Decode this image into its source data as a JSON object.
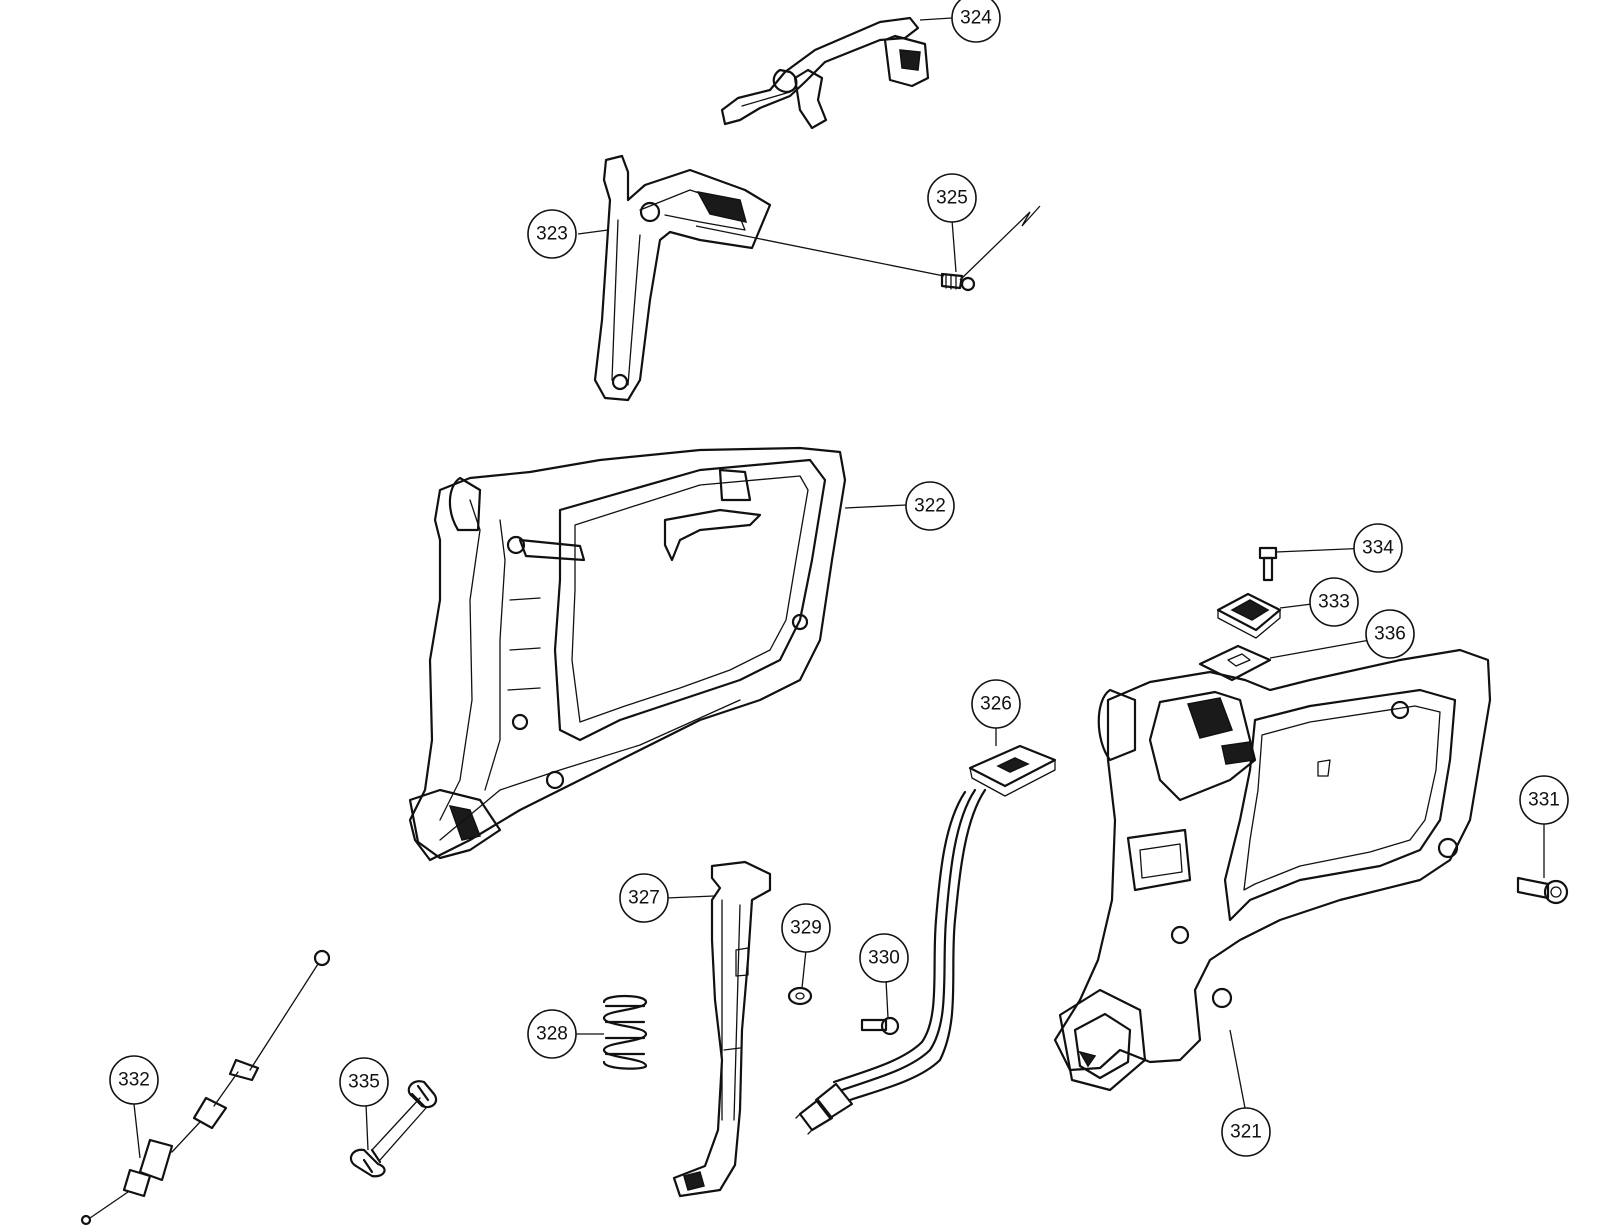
{
  "diagram": {
    "callouts": [
      {
        "id": "c324",
        "label": "324"
      },
      {
        "id": "c323",
        "label": "323"
      },
      {
        "id": "c325",
        "label": "325"
      },
      {
        "id": "c322",
        "label": "322"
      },
      {
        "id": "c334",
        "label": "334"
      },
      {
        "id": "c333",
        "label": "333"
      },
      {
        "id": "c336",
        "label": "336"
      },
      {
        "id": "c326",
        "label": "326"
      },
      {
        "id": "c331",
        "label": "331"
      },
      {
        "id": "c327",
        "label": "327"
      },
      {
        "id": "c329",
        "label": "329"
      },
      {
        "id": "c330",
        "label": "330"
      },
      {
        "id": "c328",
        "label": "328"
      },
      {
        "id": "c332",
        "label": "332"
      },
      {
        "id": "c335",
        "label": "335"
      },
      {
        "id": "c321",
        "label": "321"
      }
    ]
  }
}
